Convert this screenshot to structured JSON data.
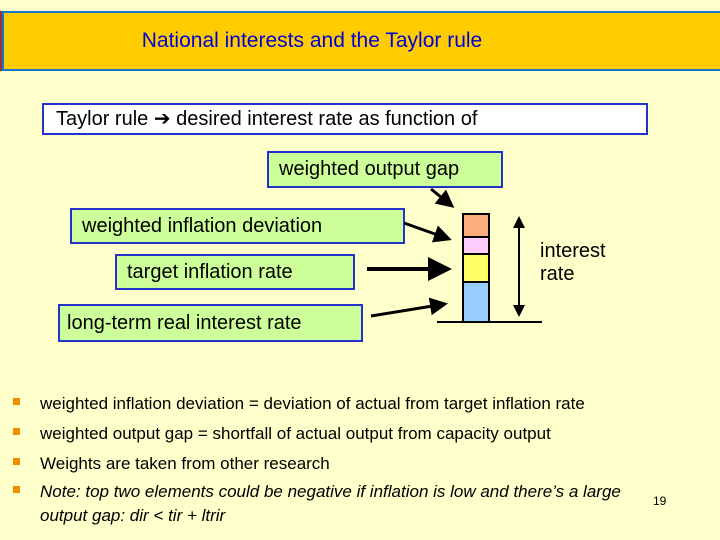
{
  "slide": {
    "title": "National interests and the Taylor rule",
    "page_number": "19"
  },
  "header_box": {
    "text": "Taylor rule ➔ desired interest rate as function of"
  },
  "diagram": {
    "labels": [
      {
        "text": "weighted output gap"
      },
      {
        "text": "weighted inflation deviation"
      },
      {
        "text": "target inflation rate"
      },
      {
        "text": "long-term real interest rate"
      }
    ],
    "bar_label": "interest\nrate"
  },
  "chart_data": {
    "type": "bar",
    "stacked": true,
    "categories": [
      "interest rate"
    ],
    "series": [
      {
        "name": "long-term real interest rate",
        "color": "#99CCFF",
        "values": [
          38
        ]
      },
      {
        "name": "target inflation rate",
        "color": "#FFFF66",
        "values": [
          26
        ]
      },
      {
        "name": "weighted inflation deviation",
        "color": "#FFCCFF",
        "values": [
          15
        ]
      },
      {
        "name": "weighted output gap",
        "color": "#FBAE7B",
        "values": [
          21
        ]
      }
    ],
    "title": "interest rate composition (illustrative, values are relative segment heights in px)",
    "xlabel": "",
    "ylabel": "interest rate",
    "legend_position": "none",
    "grid": false
  },
  "bullets": {
    "items": [
      {
        "text": "weighted inflation deviation = deviation of actual from target inflation rate"
      },
      {
        "text": "weighted output gap = shortfall of actual output from capacity output"
      },
      {
        "text": "Weights are taken from other research"
      },
      {
        "text": "Note: top two elements could be negative if inflation is low and there’s a large output gap: dir < tir + ltrir"
      }
    ]
  },
  "colors": {
    "background": "#FFFFCC",
    "title_bar_fill": "#FFCC00",
    "title_bar_border": "#1878C8",
    "title_text": "#0000D6",
    "box_border": "#2233CC",
    "green_box_fill": "#CCFF99",
    "bar_orange": "#FBAE7B",
    "bar_pink": "#FFCCFF",
    "bar_yellow": "#FFFF66",
    "bar_blue": "#99CCFF",
    "bullet_marker": "#F08C00"
  }
}
